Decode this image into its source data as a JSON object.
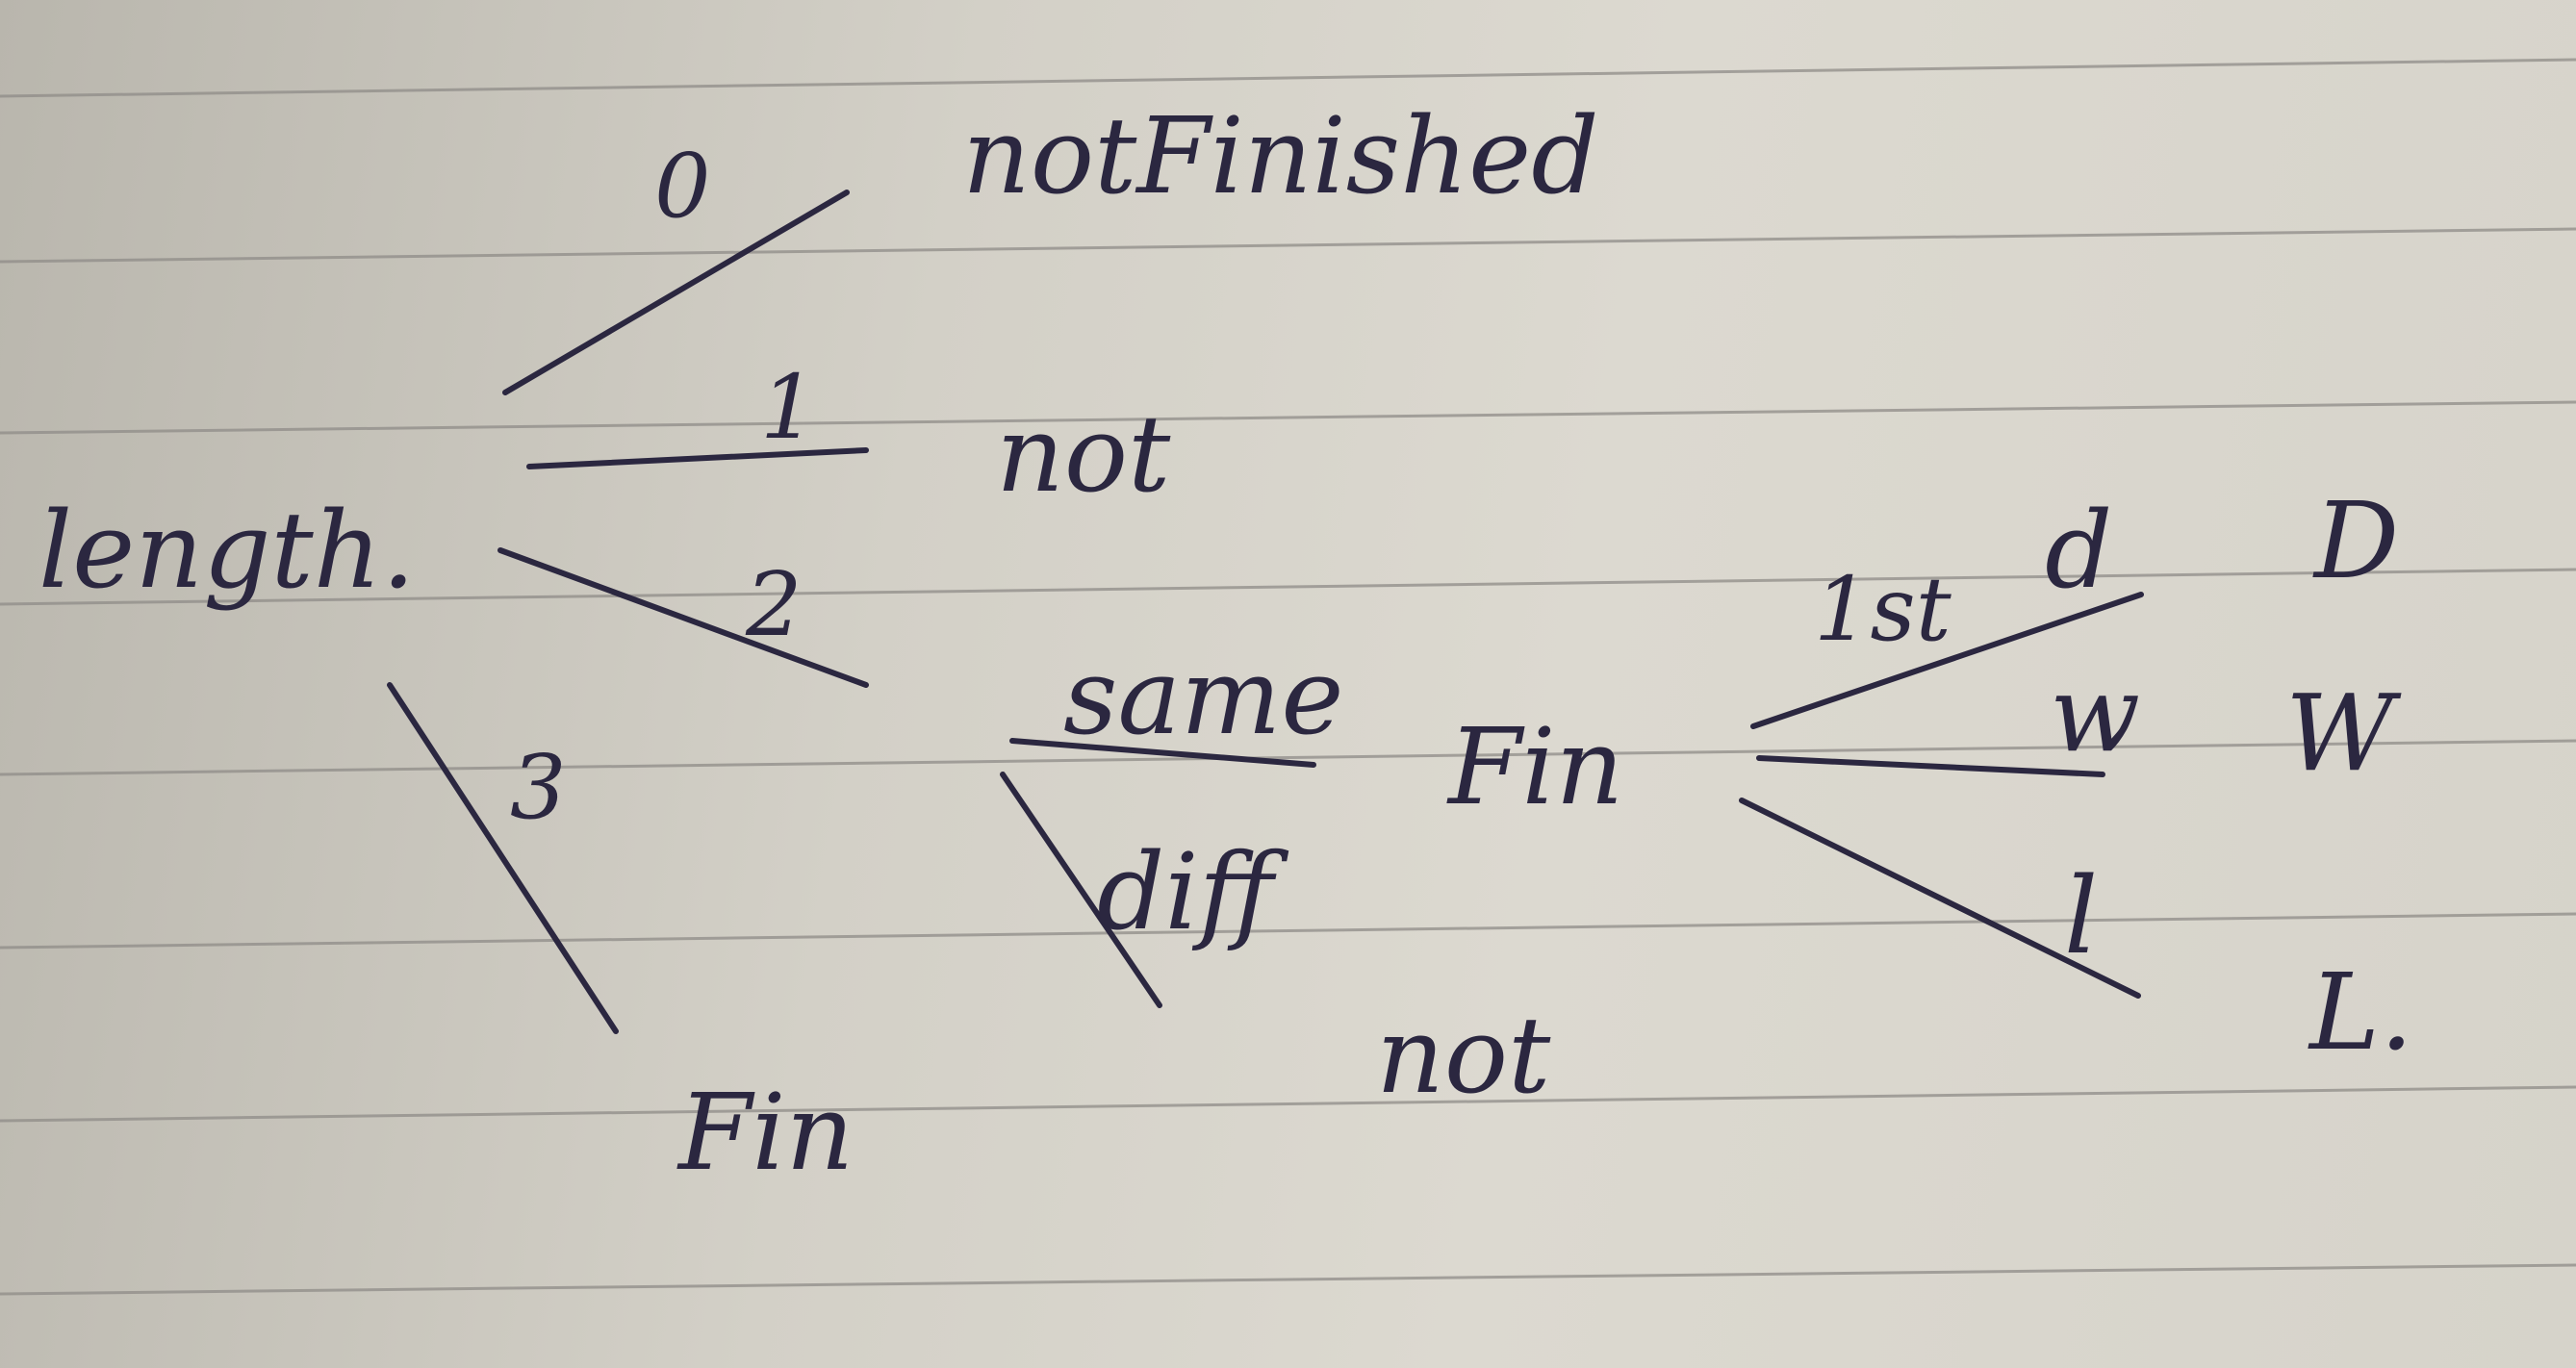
{
  "root": {
    "label": "length."
  },
  "branches": [
    {
      "edge_label": "0",
      "outcome": "notFinished"
    },
    {
      "edge_label": "1",
      "outcome": "not"
    },
    {
      "edge_label": "2"
    },
    {
      "edge_label": "3",
      "outcome": "Fin"
    }
  ],
  "compare": {
    "same_label": "same",
    "same_outcome": "Fin",
    "diff_label": "diff",
    "diff_outcome": "not"
  },
  "first": {
    "edge_label": "1st",
    "options": [
      {
        "letter": "d",
        "result": "D"
      },
      {
        "letter": "w",
        "result": "W"
      },
      {
        "letter": "l",
        "result": "L."
      }
    ]
  }
}
